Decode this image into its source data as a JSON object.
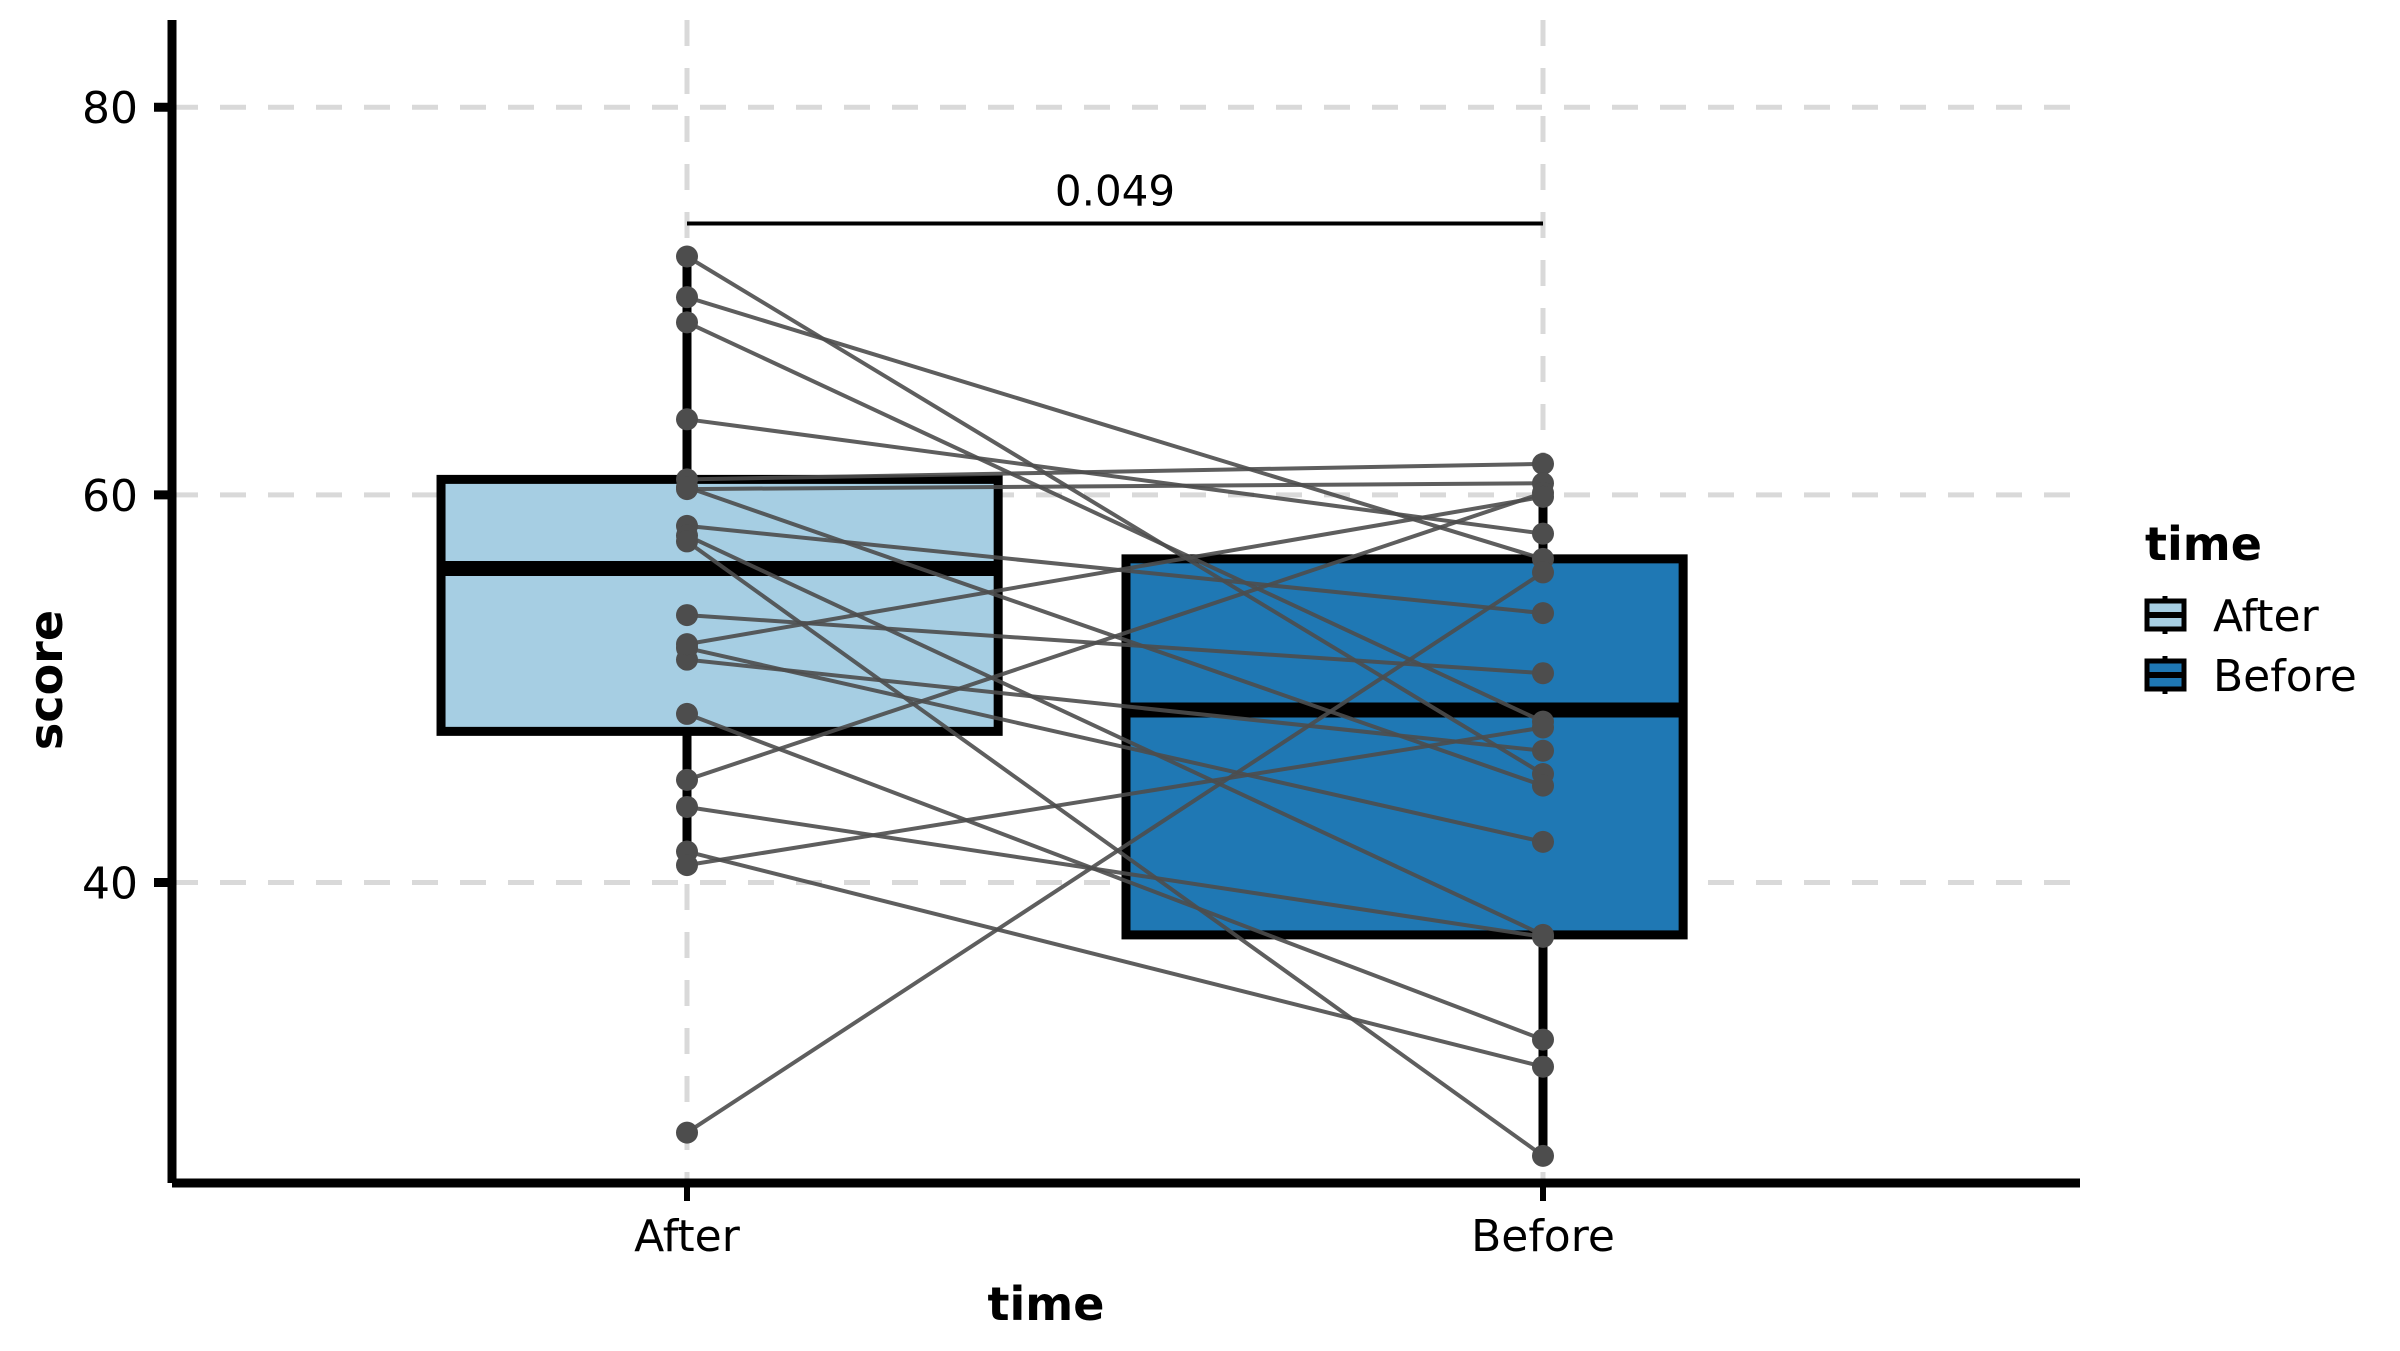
{
  "chart_data": {
    "type": "box",
    "title": "",
    "xlabel": "time",
    "ylabel": "score",
    "categories": [
      "After",
      "Before"
    ],
    "ylim": [
      24.5,
      84.5
    ],
    "yticks": [
      40,
      60,
      80
    ],
    "ytick_labels": [
      "40",
      "60",
      "80"
    ],
    "grid": "horizontal-and-vertical dashed light grey",
    "legend": {
      "title": "time",
      "position": "right",
      "entries": [
        {
          "label": "After",
          "color": "#A6CEE3"
        },
        {
          "label": "Before",
          "color": "#1F78B4"
        }
      ]
    },
    "annotations": [
      {
        "type": "p-value-bracket",
        "label": "0.049",
        "from": "After",
        "to": "Before",
        "y": 74.0
      }
    ],
    "boxes": [
      {
        "category": "After",
        "fill": "#A6CEE3",
        "q1": 47.8,
        "median": 56.2,
        "q3": 60.8,
        "whisker_low": 40.9,
        "whisker_high": 72.3,
        "box_x_left_frac": 0.141,
        "box_x_right_frac": 0.433
      },
      {
        "category": "Before",
        "fill": "#1F78B4",
        "q1": 37.3,
        "median": 48.9,
        "q3": 56.7,
        "whisker_low": 25.9,
        "whisker_high": 61.6,
        "box_x_left_frac": 0.5,
        "box_x_right_frac": 0.792
      }
    ],
    "paired_points": [
      {
        "id": 1,
        "After": 72.3,
        "Before": 45.6
      },
      {
        "id": 2,
        "After": 70.2,
        "Before": 56.7
      },
      {
        "id": 3,
        "After": 68.9,
        "Before": 48.3
      },
      {
        "id": 4,
        "After": 63.9,
        "Before": 58.0
      },
      {
        "id": 5,
        "After": 60.8,
        "Before": 61.6
      },
      {
        "id": 6,
        "After": 60.3,
        "Before": 60.6
      },
      {
        "id": 7,
        "After": 58.4,
        "Before": 53.9
      },
      {
        "id": 8,
        "After": 57.9,
        "Before": 37.3
      },
      {
        "id": 9,
        "After": 53.8,
        "Before": 50.8
      },
      {
        "id": 10,
        "After": 52.1,
        "Before": 42.1
      },
      {
        "id": 11,
        "After": 51.5,
        "Before": 46.8
      },
      {
        "id": 12,
        "After": 48.7,
        "Before": 31.9
      },
      {
        "id": 13,
        "After": 45.3,
        "Before": 60.1
      },
      {
        "id": 14,
        "After": 43.9,
        "Before": 37.2
      },
      {
        "id": 15,
        "After": 41.6,
        "Before": 30.5
      },
      {
        "id": 16,
        "After": 40.9,
        "Before": 48.0
      },
      {
        "id": 17,
        "After": 27.1,
        "Before": 56.0
      },
      {
        "id": 18,
        "After": 57.6,
        "Before": 25.9
      },
      {
        "id": 19,
        "After": 60.4,
        "Before": 45.0
      },
      {
        "id": 20,
        "After": 52.3,
        "Before": 59.9
      }
    ],
    "point_color": "#4D4D4D",
    "line_color": "#4D4D4D",
    "box_outline_color": "#000000",
    "grid_color": "#D9D9D9",
    "axis_color": "#000000"
  }
}
